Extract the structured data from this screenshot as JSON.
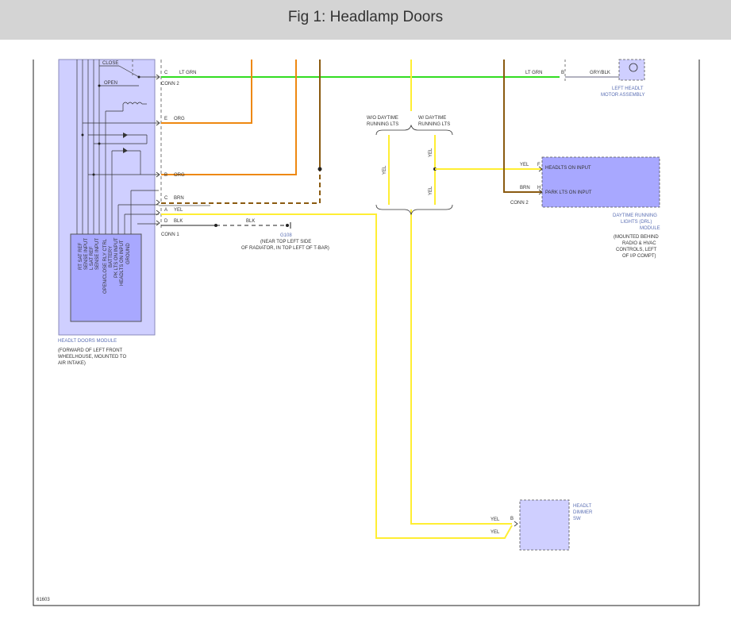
{
  "title": "Fig 1: Headlamp Doors",
  "figure_id": "61603",
  "colors": {
    "lt_grn": "#33dd22",
    "org": "#ee8811",
    "yel": "#ffee33",
    "brn": "#8a5a10",
    "gry_blk": "#9999aa",
    "module_fill": "#cfcfff",
    "module_inner": "#a8a8ff",
    "label_blue": "#5b6fb4"
  },
  "headlamp_module": {
    "name": "HEADLT DOORS MODULE",
    "location": [
      "(FORWARD OF LEFT FRONT",
      "WHEELHOUSE, MOUNTED TO",
      "AIR INTAKE)"
    ],
    "relay_labels": [
      "CLOSE",
      "OPEN"
    ],
    "pins": [
      "RT SAT REF",
      "SENSE INPUT",
      "L SAT REF",
      "SENSE INPUT",
      "OPEN/CLOSE RLY CTRL",
      "BATTERY",
      "PK LTS ON INPUT",
      "HEADLTS ON INPUT",
      "GROUND"
    ]
  },
  "conn2_left": {
    "name": "CONN 2",
    "wires": [
      {
        "pin": "C",
        "color": "LT GRN"
      },
      {
        "pin": "E",
        "color": "ORG"
      },
      {
        "pin": "B",
        "color": "ORG"
      },
      {
        "pin": "C",
        "color": "BRN"
      }
    ]
  },
  "conn1_left": {
    "name": "CONN 1",
    "wires": [
      {
        "pin": "A",
        "color": "YEL"
      },
      {
        "pin": "D",
        "color": "BLK"
      }
    ]
  },
  "ground": {
    "wire": "BLK",
    "name": "G108",
    "location": [
      "(NEAR TOP LEFT SIDE",
      "OF RADIATOR, IN TOP LEFT OF T-BAR)"
    ]
  },
  "motor": {
    "name": [
      "LEFT HEADLT",
      "MOTOR ASSEMBLY"
    ],
    "pin": "B",
    "wire_in": "LT GRN",
    "wire_out": "GRY/BLK"
  },
  "splice_options": {
    "without": [
      "W/O DAYTIME",
      "RUNNING LTS"
    ],
    "with": [
      "W/ DAYTIME",
      "RUNNING LTS"
    ],
    "wire_left": "YEL",
    "wire_right_top": "YEL",
    "wire_right_bottom": "YEL"
  },
  "drl_module": {
    "name": [
      "DAYTIME RUNNING",
      "LIGHTS (DRL)",
      "MODULE"
    ],
    "location": [
      "(MOUNTED BEHIND",
      "RADIO & HVAC",
      "CONTROLS, LEFT",
      "OF I/P COMPT)"
    ],
    "conn": "CONN 2",
    "inputs": [
      {
        "pin": "F",
        "wire": "YEL",
        "label": "HEADLTS ON INPUT"
      },
      {
        "pin": "H",
        "wire": "BRN",
        "label": "PARK LTS ON INPUT"
      }
    ]
  },
  "dimmer": {
    "name": [
      "HEADLT",
      "DIMMER",
      "SW"
    ],
    "pin": "B",
    "wires": [
      "YEL",
      "YEL"
    ]
  }
}
